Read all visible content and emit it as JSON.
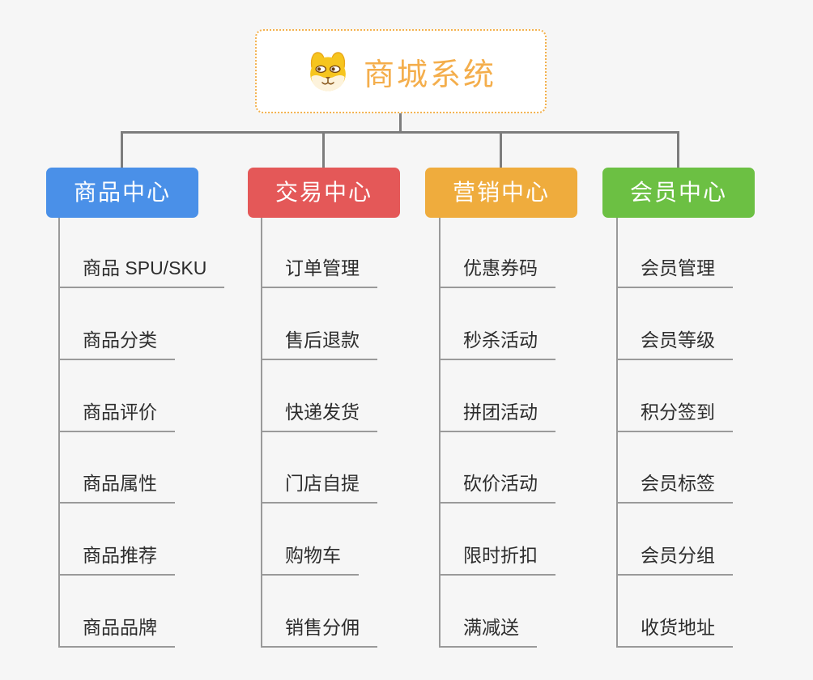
{
  "root": {
    "title": "商城系统",
    "icon": "dog-face-icon"
  },
  "branches": [
    {
      "label": "商品中心",
      "color": "#4a90e8",
      "items": [
        "商品 SPU/SKU",
        "商品分类",
        "商品评价",
        "商品属性",
        "商品推荐",
        "商品品牌"
      ]
    },
    {
      "label": "交易中心",
      "color": "#e45858",
      "items": [
        "订单管理",
        "售后退款",
        "快递发货",
        "门店自提",
        "购物车",
        "销售分佣"
      ]
    },
    {
      "label": "营销中心",
      "color": "#efac3d",
      "items": [
        "优惠券码",
        "秒杀活动",
        "拼团活动",
        "砍价活动",
        "限时折扣",
        "满减送"
      ]
    },
    {
      "label": "会员中心",
      "color": "#6cc043",
      "items": [
        "会员管理",
        "会员等级",
        "积分签到",
        "会员标签",
        "会员分组",
        "收货地址"
      ]
    }
  ],
  "colors": {
    "background": "#f6f6f6",
    "connector": "#7d7d7d",
    "branch_line": "#9a9a9a",
    "root_border": "#f3b14d",
    "root_title": "#f4ae4c",
    "item_text": "#2d2d2d",
    "header_text": "#ffffff"
  }
}
